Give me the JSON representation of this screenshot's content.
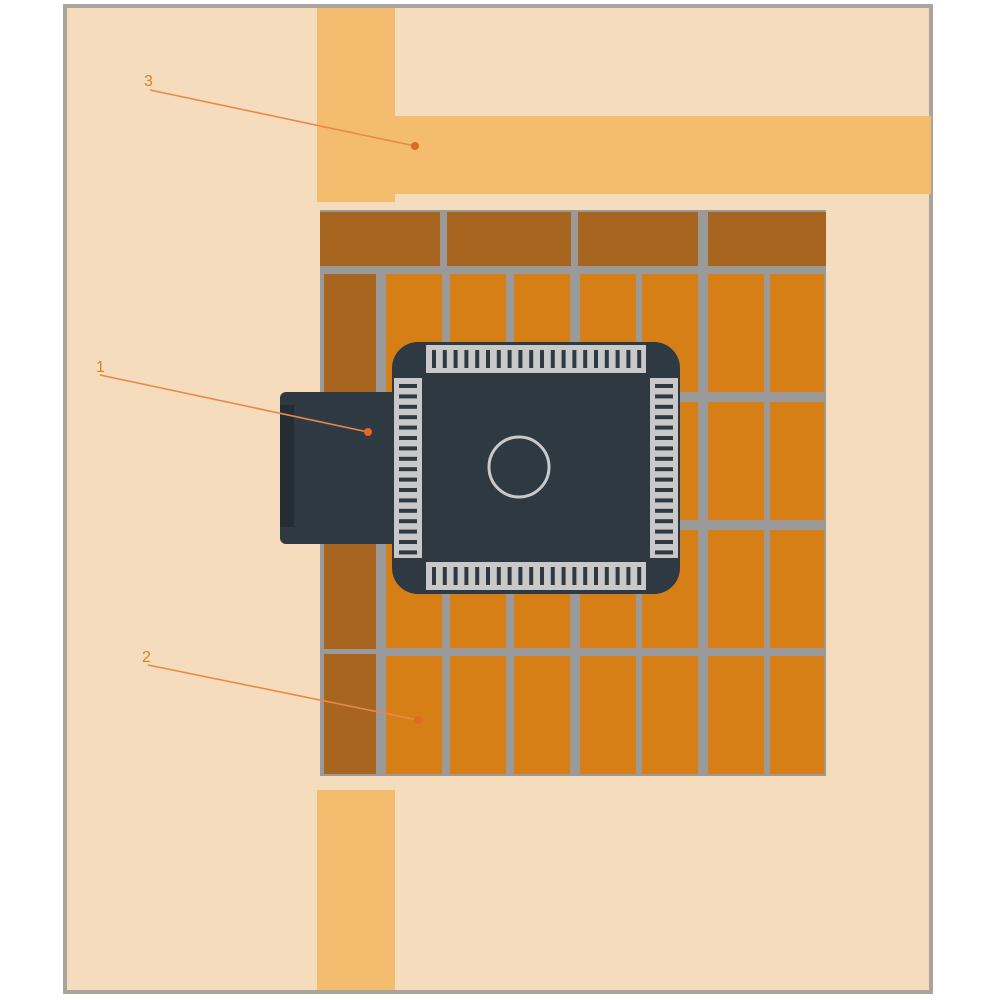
{
  "colors": {
    "room_fill": "#f5dcbc",
    "room_border": "#a9a49c",
    "duct": "#f3bc6f",
    "tile_dark": "#a8651f",
    "tile": "#d77f17",
    "tile_grout": "#9a9a9a",
    "stove_body": "#2f3942",
    "stove_grille": "#c9c9c9",
    "stove_grille_slot": "#2f3942",
    "burner_ring": "#c9c9c9",
    "leader_line": "#e58a4a",
    "leader_dot": "#e06a1d",
    "label": "#d4822a"
  },
  "callouts": [
    {
      "id": "callout-3",
      "number": "3",
      "target": "air-duct"
    },
    {
      "id": "callout-1",
      "number": "1",
      "target": "stove-firebox"
    },
    {
      "id": "callout-2",
      "number": "2",
      "target": "tiled-floor"
    }
  ]
}
